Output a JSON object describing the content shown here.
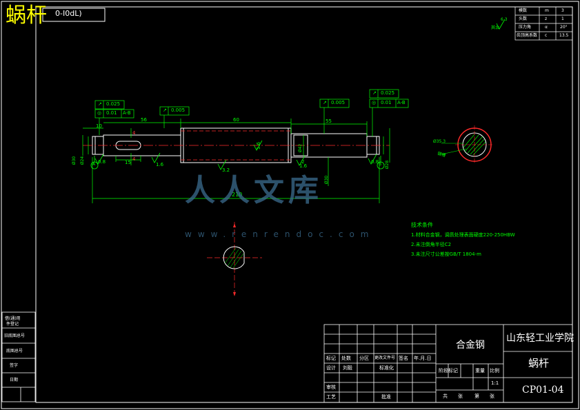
{
  "drawing_title": "蜗杆",
  "top_left_code": "0-I0dL)",
  "gear_params": [
    {
      "label": "模数",
      "sym": "m",
      "val": "3"
    },
    {
      "label": "头数",
      "sym": "z",
      "val": "1"
    },
    {
      "label": "压力角",
      "sym": "α",
      "val": "20°"
    },
    {
      "label": "齿顶高系数",
      "sym": "c",
      "val": "13.5"
    }
  ],
  "surface_note": "其余",
  "surface_value": "6.3",
  "dims": {
    "d10": "10",
    "d56": "56",
    "d15": "15",
    "d60": "60",
    "d55": "55",
    "d210": "210",
    "d2": "2",
    "d4": "4",
    "dia_left": "Ø30",
    "dia_key": "Ø24",
    "dia_mid": "Ø42",
    "dia_right": "Ø30",
    "dia_end": "Ø28",
    "section_dia": "Ø35.3",
    "section_label": "键槽"
  },
  "tolerances": [
    {
      "symbol": "↗",
      "value": "0.025"
    },
    {
      "symbol": "◎",
      "value": "0.01",
      "datum": "A-B"
    },
    {
      "symbol": "↗",
      "value": "0.005"
    },
    {
      "symbol": "↗",
      "value": "0.005"
    },
    {
      "symbol": "↗",
      "value": "0.025"
    },
    {
      "symbol": "◎",
      "value": "0.01",
      "datum": "A-B"
    }
  ],
  "roughness": [
    "0.8",
    "1.6",
    "3.2",
    "1.6",
    "0.8",
    "1.6"
  ],
  "datums": [
    "A",
    "B"
  ],
  "tech_notes": {
    "heading": "技术条件",
    "items": [
      "1.材料合金钢，调质处理表面硬度220-250HBW",
      "2.未注倒角半径C2",
      "3.未注尺寸公差按GB/T 1804-m"
    ]
  },
  "watermark": {
    "text": "人人文库",
    "url": "www.renrendoc.com"
  },
  "title_block": {
    "material": "合金钢",
    "school": "山东轻工业学院",
    "part_name": "蜗杆",
    "drawing_no": "CP01-04",
    "scale": "1:1",
    "headers": [
      "标记",
      "处数",
      "分区",
      "更改文件号",
      "签名",
      "年.月.日"
    ],
    "row_design": [
      "设计",
      "刘毅",
      "",
      "标准化"
    ],
    "row_check": "审核",
    "row_process": "工艺",
    "row_approve": "批准",
    "stage_labels": [
      "阶段标记",
      "重量",
      "比例"
    ],
    "sheet_labels": [
      "共",
      "张",
      "第",
      "张"
    ]
  },
  "left_strip": [
    "借(通)用",
    "件登记",
    "旧底图总号",
    "底图总号",
    "签字",
    "日期"
  ]
}
